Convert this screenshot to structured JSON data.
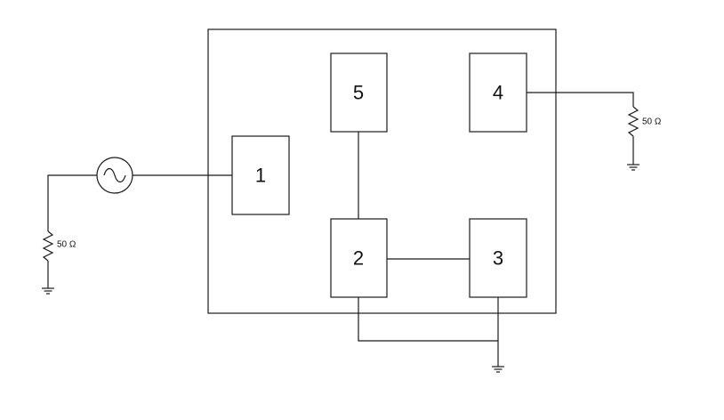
{
  "diagram": {
    "blocks": [
      {
        "id": "1",
        "label": "1"
      },
      {
        "id": "2",
        "label": "2"
      },
      {
        "id": "3",
        "label": "3"
      },
      {
        "id": "4",
        "label": "4"
      },
      {
        "id": "5",
        "label": "5"
      }
    ],
    "source_resistor": {
      "label": "50 Ω"
    },
    "load_resistor": {
      "label": "50 Ω"
    },
    "source": {
      "icon": "ac-source-icon"
    },
    "grounds": [
      "ground-icon",
      "ground-icon",
      "ground-icon"
    ],
    "line_color": "#1a1a1a"
  }
}
